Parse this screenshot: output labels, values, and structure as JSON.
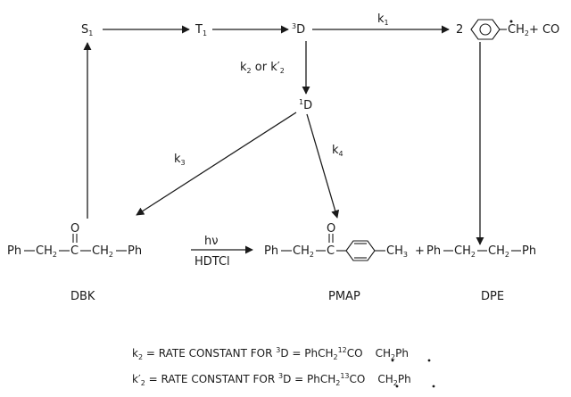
{
  "states": {
    "s1": "S",
    "s1_sub": "1",
    "t1": "T",
    "t1_sub": "1",
    "triplet_sup": "3",
    "triplet": "D",
    "singlet_sup": "1",
    "singlet": "D"
  },
  "rates": {
    "k1": "k",
    "k1_sub": "1",
    "k2_label_main": "k",
    "k2_label_sub": "2",
    "k2_label_or": " or ",
    "k2p_main": "k",
    "k2p_prime": "′",
    "k2p_sub": "2",
    "k3": "k",
    "k3_sub": "3",
    "k4": "k",
    "k4_sub": "4"
  },
  "benzyl": {
    "coefficient": "2",
    "ch2": "CH",
    "ch2_sub": "2",
    "plus_co": "+ CO"
  },
  "reaction": {
    "hv": "hν",
    "solvent": "HDTCl"
  },
  "dbk": {
    "ph_left": "Ph",
    "ch2_left": "CH",
    "ch2_left_sub": "2",
    "carbonyl_c": "C",
    "oxygen": "O",
    "ch2_right": "CH",
    "ch2_right_sub": "2",
    "ph_right": "Ph",
    "label": "DBK"
  },
  "pmap": {
    "ph": "Ph",
    "ch2": "CH",
    "ch2_sub": "2",
    "carbonyl_c": "C",
    "oxygen": "O",
    "ch3": "CH",
    "ch3_sub": "3",
    "label": "PMAP"
  },
  "plus": "+",
  "dpe": {
    "ph_left": "Ph",
    "ch2_a": "CH",
    "ch2_a_sub": "2",
    "ch2_b": "CH",
    "ch2_b_sub": "2",
    "ph_right": "Ph",
    "label": "DPE"
  },
  "footnotes": [
    {
      "k": "k",
      "prime": "",
      "sub": "2",
      "eq": " = RATE CONSTANT FOR ",
      "sup3": "3",
      "d": "D = PhCH",
      "sub2": "2",
      "sup_iso": "12",
      "co": "CO",
      "ch2": "CH",
      "ch2_sub": "2",
      "ph": "Ph"
    },
    {
      "k": "k",
      "prime": "′",
      "sub": "2",
      "eq": " = RATE CONSTANT FOR ",
      "sup3": "3",
      "d": "D = PhCH",
      "sub2": "2",
      "sup_iso": "13",
      "co": "CO",
      "ch2": "CH",
      "ch2_sub": "2",
      "ph": "Ph"
    }
  ]
}
